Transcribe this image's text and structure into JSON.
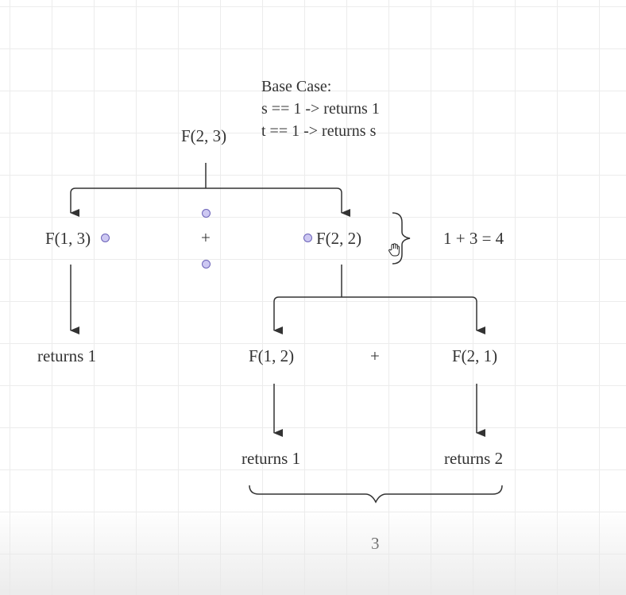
{
  "base_case": {
    "title": "Base Case:",
    "line1": "s == 1 -> returns 1",
    "line2": "t == 1 -> returns s"
  },
  "nodes": {
    "root": "F(2, 3)",
    "left": "F(1, 3)",
    "right": "F(2, 2)",
    "right_left": "F(1, 2)",
    "right_right": "F(2, 1)"
  },
  "results": {
    "left": "returns 1",
    "right_left": "returns 1",
    "right_right": "returns 2"
  },
  "operators": {
    "top_plus": "+",
    "bottom_plus": "+"
  },
  "annotations": {
    "sum_expression": "1 + 3 = 4",
    "bottom_total": "3"
  },
  "colors": {
    "line": "#333333",
    "handle_fill": "#cdc8f2",
    "handle_border": "#6b62b8"
  },
  "icons": {
    "cursor": "hand-cursor-icon"
  }
}
